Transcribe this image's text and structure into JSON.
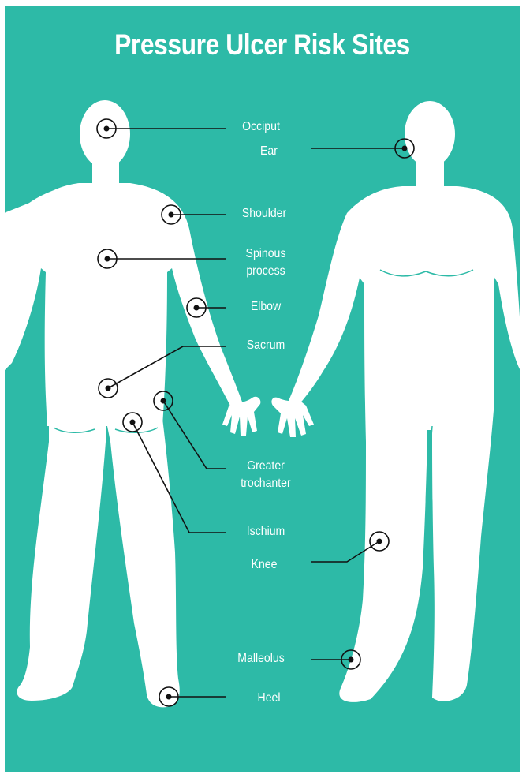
{
  "title": "Pressure Ulcer Risk Sites",
  "colors": {
    "background": "#2dbaa7",
    "body": "#ffffff",
    "marker": "#111111",
    "crease": "#2dbaa7"
  },
  "sites": {
    "occiput": "Occiput",
    "ear": "Ear",
    "shoulder": "Shoulder",
    "spinous_process": [
      "Spinous",
      "process"
    ],
    "elbow": "Elbow",
    "sacrum": "Sacrum",
    "greater_trochanter": [
      "Greater",
      "trochanter"
    ],
    "ischium": "Ischium",
    "knee": "Knee",
    "malleolus": "Malleolus",
    "heel": "Heel"
  }
}
